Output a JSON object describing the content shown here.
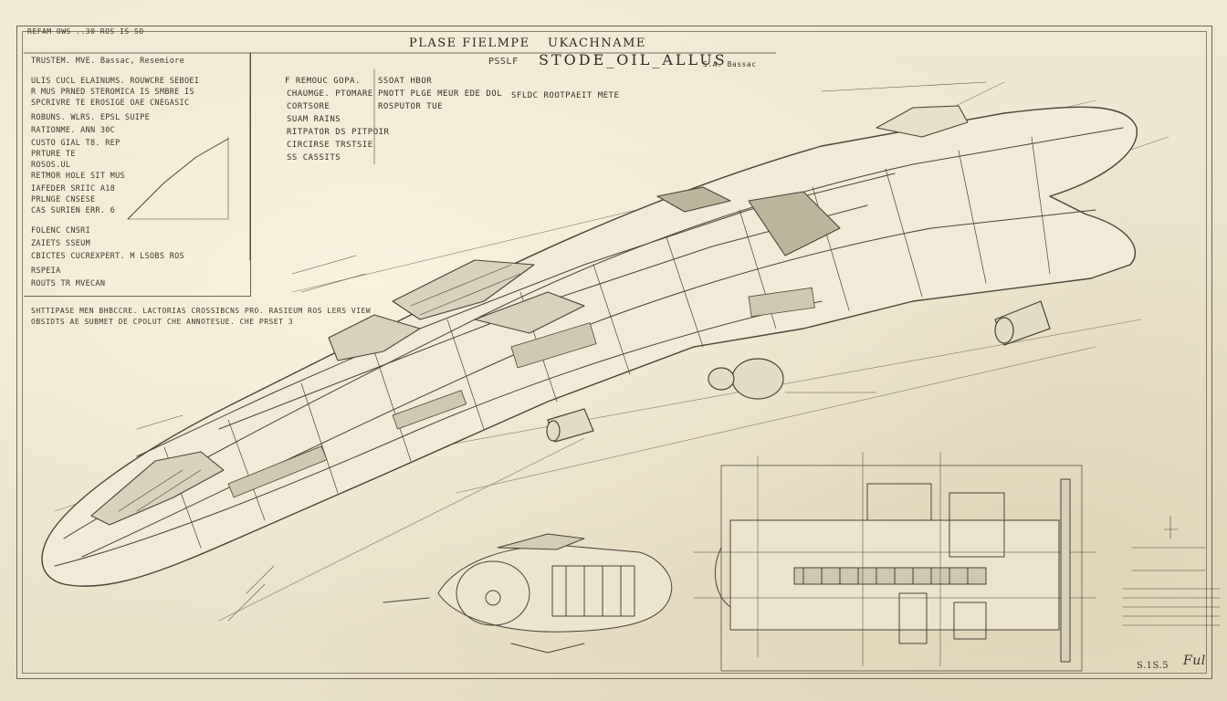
{
  "header": {
    "title_top_left": "PLASE FIELMPE",
    "title_top_right": "UKACHNAME",
    "title_sub": "STODE_OIL_ALLUS",
    "title_sub_prefix": "PSSLF",
    "ref_right": "S.A. Bassac",
    "corner_note": "REFAM OWS ..30 ROS IS SO"
  },
  "notes_panel": {
    "rows": [
      "TRUSTEM. MVE. Bassac, Resemiore",
      "ULIS CUCL ELAINUMS. ROUWCRE SEBOEI",
      "R MUS PRNED STEROMICA IS SMBRE IS",
      "SPCRIVRE TE EROSIGE OAE CNEGASIC",
      "ROBUNS. WLRS. EPSL SUIPE",
      "RATIONME. ANN 30C",
      "CUSTO  GIAL T8. REP",
      "PRTURE TE",
      "ROSOS.UL",
      "RETMOR  HOLE SIT MUS",
      "IAFEDER SRIIC A18",
      "PRLNGE CNSESE",
      "CAS  SURIEN ERR. 6",
      "FOLENC CNSRI",
      "ZAIETS SSEUM",
      "CBICTES CUCREXPERT. M LSOBS ROS",
      "RSPEIA",
      "ROUTS TR MVECAN"
    ]
  },
  "spec_block": {
    "rows": [
      "F REMOUC GOPA.",
      "SSOAT HBOR",
      "CHAUMGE. PTOMARE",
      "PNOTT PLGE MEUR EDE DOL",
      "SFLDC  ROOTPAEIT METE",
      "CORTSORE",
      "SUAM RAINS",
      "ROSPUTOR TUE",
      "RITPATOR DS PITPOIR",
      "CIRCIRSE TRSTSIE",
      "SS CASSITS"
    ]
  },
  "footer_notes": {
    "left_block": "SHTTIPASE MEN  BHBCCRE. LACTORIAS CROSSIBCNS PRO. RASIEUM ROS LERS VIEW",
    "left_block2": "OBSIDTS AE SUBMET DE CPOLUT CHE ANNOTESUE. CHE PRSET 3",
    "scale_note": "S.1S.5",
    "signature": "Ful"
  },
  "colors": {
    "paper": "#ece5cf",
    "ink": "#3a342a",
    "accent_ink": "#5c5445"
  }
}
